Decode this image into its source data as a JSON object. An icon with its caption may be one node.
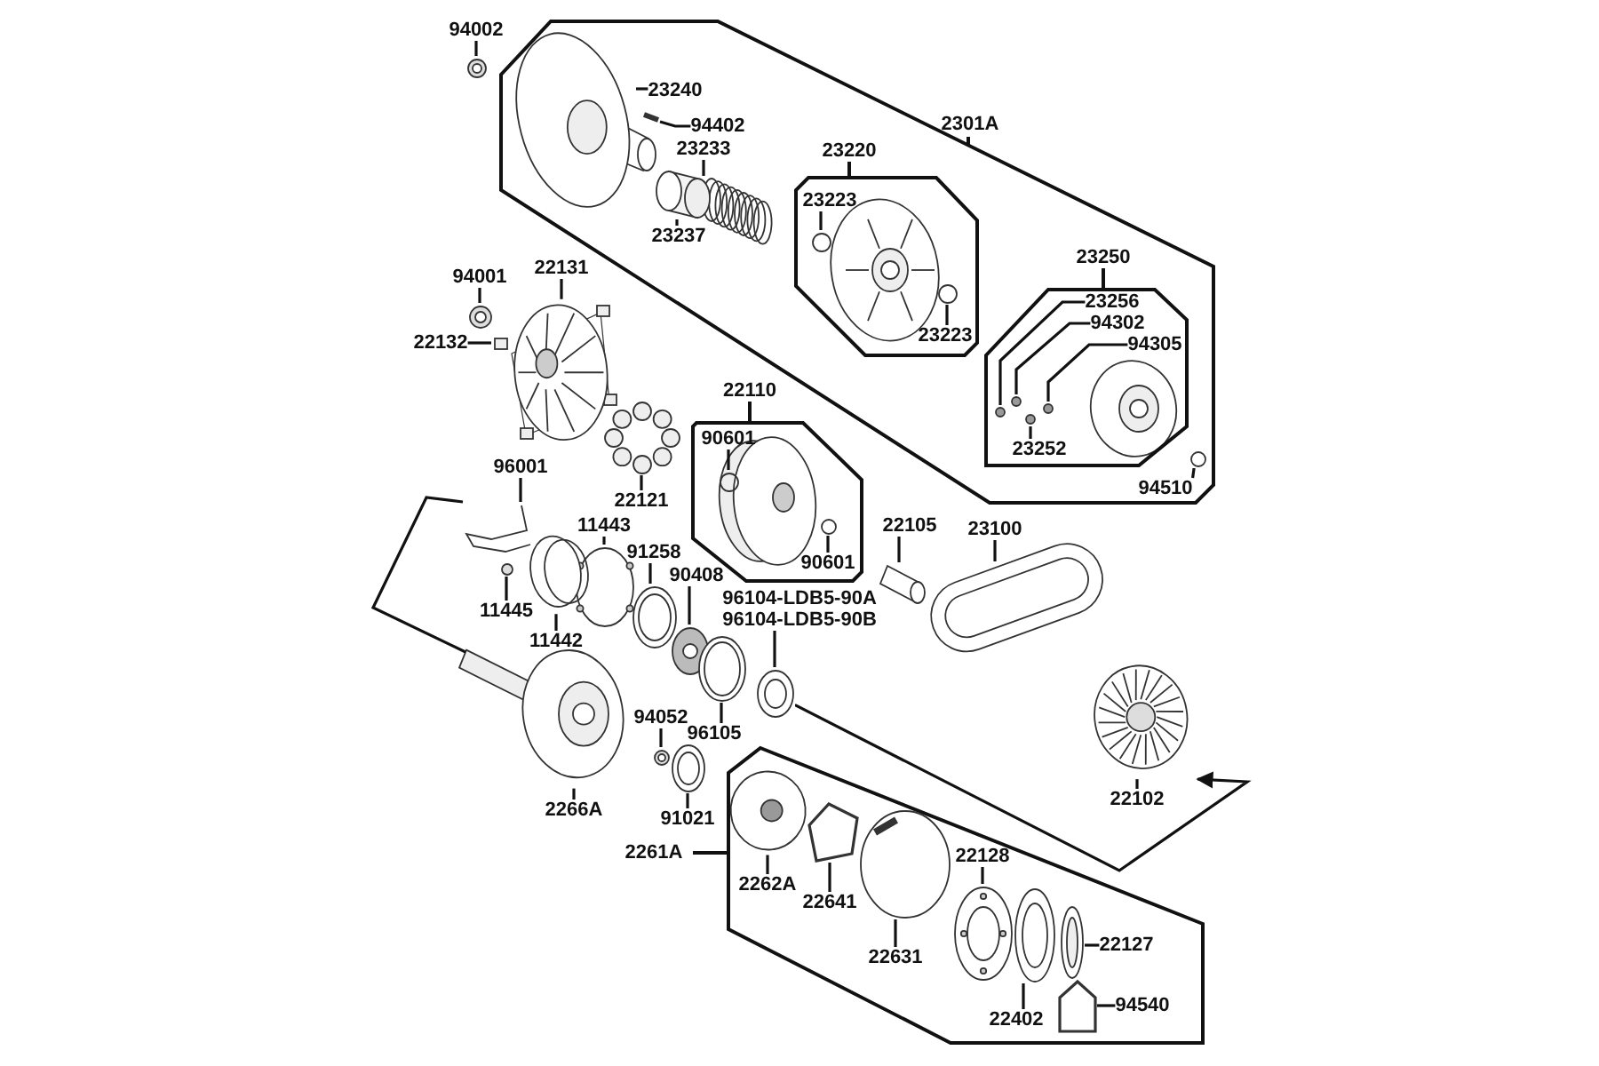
{
  "diagram": {
    "nodes": [
      {
        "text": [
          "94002"
        ]
      },
      {
        "text": [
          "2301A"
        ]
      },
      {
        "text": [
          "23240"
        ],
        "in": 1
      },
      {
        "text": [
          "94402"
        ],
        "in": 1
      },
      {
        "text": [
          "23233"
        ],
        "in": 1
      },
      {
        "text": [
          "23237"
        ],
        "in": 1
      },
      {
        "text": [
          "23220"
        ],
        "in": 1
      },
      {
        "text": [
          "23223"
        ],
        "in": 6
      },
      {
        "text": [
          "23223"
        ],
        "in": 6
      },
      {
        "text": [
          "23250"
        ],
        "in": 1
      },
      {
        "text": [
          "23256"
        ],
        "in": 9
      },
      {
        "text": [
          "94302"
        ],
        "in": 9
      },
      {
        "text": [
          "94305"
        ],
        "in": 9
      },
      {
        "text": [
          "23252"
        ],
        "in": 9
      },
      {
        "text": [
          "94510"
        ],
        "in": 1
      },
      {
        "text": [
          "94001"
        ]
      },
      {
        "text": [
          "22131"
        ]
      },
      {
        "text": [
          "22132"
        ]
      },
      {
        "text": [
          "22110"
        ]
      },
      {
        "text": [
          "90601"
        ],
        "in": 18
      },
      {
        "text": [
          "90601"
        ],
        "in": 18
      },
      {
        "text": [
          "22121"
        ]
      },
      {
        "text": [
          "96001"
        ]
      },
      {
        "text": [
          "11443"
        ]
      },
      {
        "text": [
          "22105"
        ]
      },
      {
        "text": [
          "23100"
        ]
      },
      {
        "text": [
          "91258"
        ]
      },
      {
        "text": [
          "90408"
        ]
      },
      {
        "text": [
          "96104-LDB5-90B"
        ]
      },
      {
        "text": [
          "11445"
        ]
      },
      {
        "text": [
          "11442"
        ]
      },
      {
        "text": [
          "94052"
        ]
      },
      {
        "text": [
          "96105"
        ]
      },
      {
        "text": [
          "22102"
        ]
      },
      {
        "text": [
          "2266A"
        ]
      },
      {
        "text": [
          "91021"
        ]
      },
      {
        "text": [
          "2261A"
        ]
      },
      {
        "text": [
          "2262A"
        ],
        "in": 36
      },
      {
        "text": [
          "22641"
        ],
        "in": 36
      },
      {
        "text": [
          "22128"
        ],
        "in": 36
      },
      {
        "text": [
          "22127"
        ],
        "in": 36
      },
      {
        "text": [
          "22631"
        ],
        "in": 36
      },
      {
        "text": [
          "22402"
        ],
        "in": 36
      },
      {
        "text": [
          "94540"
        ],
        "in": 36
      },
      {
        "text": [],
        "shape": "picture"
      },
      {
        "text": [],
        "shape": "picture",
        "in": 1
      },
      {
        "text": [],
        "shape": "picture",
        "in": 1
      },
      {
        "text": [],
        "shape": "picture",
        "in": 1
      },
      {
        "text": [],
        "shape": "cylinder",
        "in": 1
      },
      {
        "text": [],
        "shape": "circle",
        "in": 6
      },
      {
        "text": [],
        "shape": "circle",
        "in": 6
      },
      {
        "text": [],
        "shape": "circle",
        "in": 9
      },
      {
        "text": [],
        "shape": "circle",
        "in": 9
      },
      {
        "text": [],
        "shape": "circle",
        "in": 9
      },
      {
        "text": [],
        "shape": "circle",
        "in": 9
      },
      {
        "text": [],
        "shape": "circle",
        "in": 1
      },
      {
        "text": [],
        "shape": "picture"
      },
      {
        "text": [],
        "shape": "picture"
      },
      {
        "text": [],
        "shape": "box"
      },
      {
        "text": [],
        "shape": "circle",
        "in": 18
      },
      {
        "text": [],
        "shape": "circle",
        "in": 18
      },
      {
        "text": [],
        "shape": "picture"
      },
      {
        "text": [],
        "shape": "picture"
      },
      {
        "text": [],
        "shape": "picture"
      },
      {
        "text": [],
        "shape": "picture"
      },
      {
        "text": [],
        "shape": "picture"
      },
      {
        "text": [],
        "shape": "picture"
      },
      {
        "text": [],
        "shape": "picture"
      },
      {
        "text": [],
        "shape": "picture"
      },
      {
        "text": [],
        "shape": "circle"
      },
      {
        "text": [],
        "shape": "picture"
      },
      {
        "text": [],
        "shape": "picture"
      },
      {
        "text": [],
        "shape": "picture"
      },
      {
        "text": [],
        "shape": "picture"
      },
      {
        "text": [],
        "shape": "picture"
      },
      {
        "text": [],
        "shape": "picture"
      },
      {
        "text": [],
        "shape": "picture",
        "in": 36
      },
      {
        "text": [],
        "shape": "picture",
        "in": 36
      },
      {
        "text": [],
        "shape": "picture",
        "in": 36
      },
      {
        "text": [],
        "shape": "picture",
        "in": 36
      },
      {
        "text": [],
        "shape": "picture",
        "in": 36
      },
      {
        "text": [],
        "shape": "picture",
        "in": 36
      },
      {
        "text": [],
        "shape": "picture",
        "in": 36
      }
    ],
    "edges": [
      {
        "from": 0,
        "to": 44,
        "arrow": "none"
      },
      {
        "from": 2,
        "to": 45,
        "arrow": "none"
      },
      {
        "from": 3,
        "to": 46,
        "arrow": "none"
      },
      {
        "from": 4,
        "to": 47,
        "arrow": "none"
      },
      {
        "from": 5,
        "to": 48,
        "arrow": "none"
      },
      {
        "from": 7,
        "to": 49,
        "arrow": "none"
      },
      {
        "from": 8,
        "to": 50,
        "arrow": "none"
      },
      {
        "from": 10,
        "to": 51,
        "arrow": "none"
      },
      {
        "from": 11,
        "to": 52,
        "arrow": "none"
      },
      {
        "from": 12,
        "to": 53,
        "arrow": "none"
      },
      {
        "from": 13,
        "to": 54,
        "arrow": "none"
      },
      {
        "from": 14,
        "to": 55,
        "arrow": "none"
      },
      {
        "from": 15,
        "to": 56,
        "arrow": "none"
      },
      {
        "from": 16,
        "to": 57,
        "arrow": "none"
      },
      {
        "from": 17,
        "to": 58,
        "arrow": "none"
      },
      {
        "from": 19,
        "to": 59,
        "arrow": "none"
      },
      {
        "from": 20,
        "to": 60,
        "arrow": "none"
      },
      {
        "from": 21,
        "to": 61,
        "arrow": "none"
      },
      {
        "from": 22,
        "to": 62,
        "arrow": "none"
      },
      {
        "from": 23,
        "to": 63,
        "arrow": "none"
      },
      {
        "from": 24,
        "to": 64,
        "arrow": "none"
      },
      {
        "from": 25,
        "to": 65,
        "arrow": "none"
      },
      {
        "from": 26,
        "to": 66,
        "arrow": "none"
      },
      {
        "from": 27,
        "to": 67,
        "arrow": "none"
      },
      {
        "from": 28,
        "to": 68,
        "arrow": "none"
      },
      {
        "from": 29,
        "to": 69,
        "arrow": "none"
      },
      {
        "from": 30,
        "to": 70,
        "arrow": "none"
      },
      {
        "from": 31,
        "to": 71,
        "arrow": "none"
      },
      {
        "from": 32,
        "to": 72,
        "arrow": "none"
      },
      {
        "from": 33,
        "to": 73,
        "arrow": "none"
      },
      {
        "from": 34,
        "to": 74,
        "arrow": "none"
      },
      {
        "from": 35,
        "to": 75,
        "arrow": "none"
      },
      {
        "from": 37,
        "to": 76,
        "arrow": "none"
      },
      {
        "from": 38,
        "to": 77,
        "arrow": "none"
      },
      {
        "from": 39,
        "to": 78,
        "arrow": "none"
      },
      {
        "from": 40,
        "to": 79,
        "arrow": "none"
      },
      {
        "from": 41,
        "to": 80,
        "arrow": "none"
      },
      {
        "from": 42,
        "to": 81,
        "arrow": "none"
      },
      {
        "from": 43,
        "to": 82,
        "arrow": "none"
      },
      {
        "from": 62,
        "to": 74,
        "arrow": "none"
      },
      {
        "from": 68,
        "to": 73,
        "arrow": "to"
      }
    ],
    "labels": [
      "96104-LDB5-90A"
    ]
  }
}
